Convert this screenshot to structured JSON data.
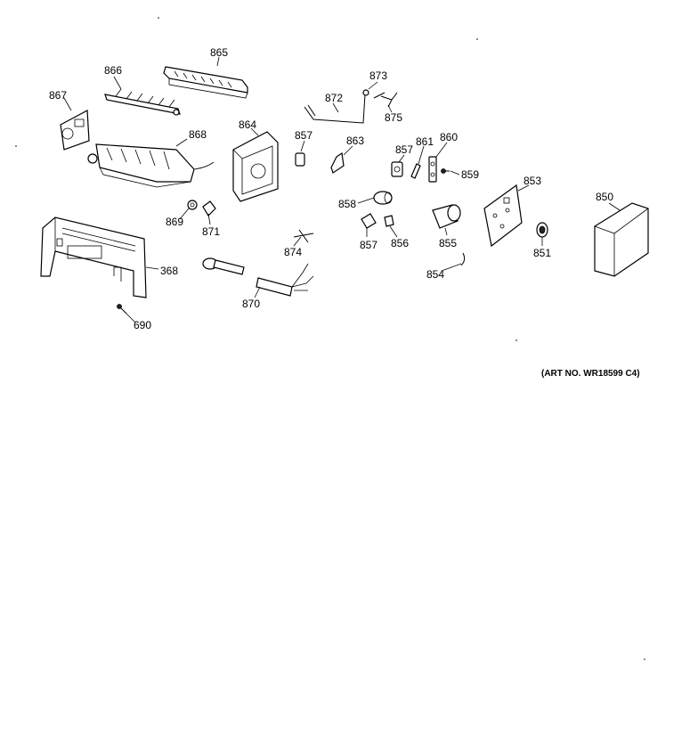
{
  "labels": {
    "p865": "865",
    "p866": "866",
    "p867": "867",
    "p868": "868",
    "p864": "864",
    "p872": "872",
    "p873": "873",
    "p875": "875",
    "p857a": "857",
    "p863": "863",
    "p857b": "857",
    "p861": "861",
    "p860": "860",
    "p859": "859",
    "p858": "858",
    "p853": "853",
    "p850": "850",
    "p869": "869",
    "p871": "871",
    "p857c": "857",
    "p856": "856",
    "p855": "855",
    "p851": "851",
    "p874": "874",
    "p368": "368",
    "p854": "854",
    "p870": "870",
    "p690": "690"
  },
  "art_number": "(ART NO. WR18599 C4)"
}
